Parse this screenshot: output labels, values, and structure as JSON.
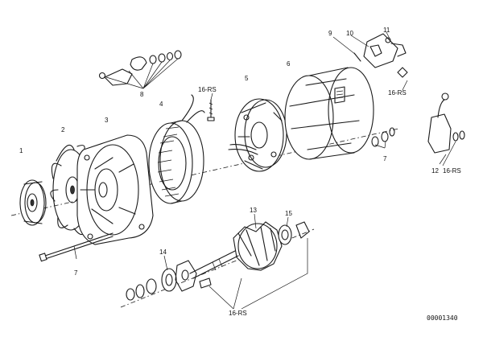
{
  "callouts": {
    "c1": "1",
    "c2": "2",
    "c3": "3",
    "c4": "4",
    "c5": "5",
    "c6": "6",
    "c7a": "7",
    "c7b": "7",
    "c8": "8",
    "c9": "9",
    "c10": "10",
    "c11": "11",
    "c12": "12",
    "c13": "13",
    "c14": "14",
    "c15": "15",
    "c16a": "16-RS",
    "c16b": "16-RS",
    "c16c": "16-RS",
    "c16d": "16-RS"
  },
  "doc_number": "00001340"
}
